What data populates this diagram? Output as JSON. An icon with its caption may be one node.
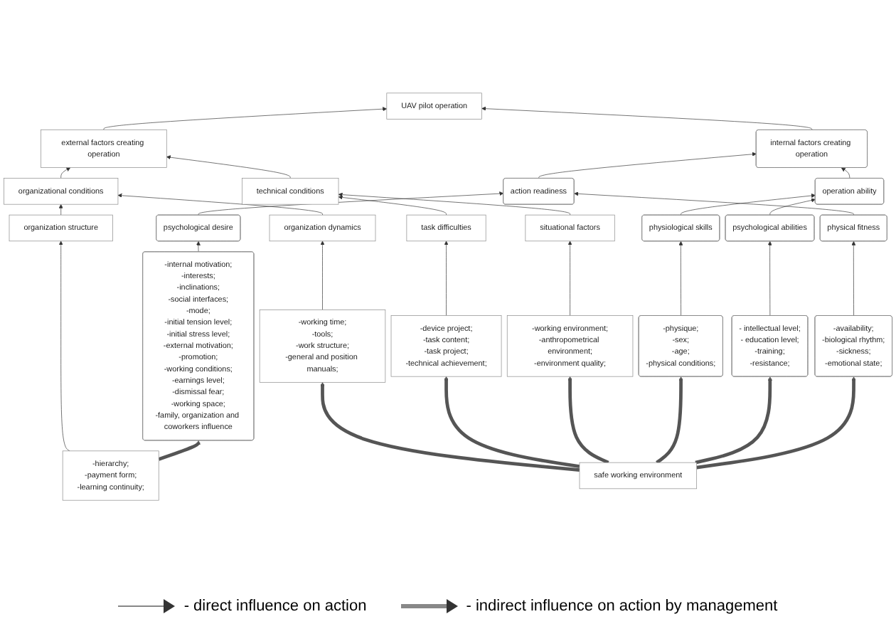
{
  "diagram": {
    "nodes": [
      {
        "text": [
          "UAV pilot operation"
        ]
      },
      {
        "text": [
          "external factors creating operation"
        ]
      },
      {
        "text": [
          "internal factors creating operation"
        ]
      },
      {
        "text": [
          "organizational conditions"
        ]
      },
      {
        "text": [
          "technical conditions"
        ]
      },
      {
        "text": [
          "operation ability"
        ]
      },
      {
        "text": [
          "action readiness"
        ]
      },
      {
        "text": [
          "organization structure"
        ]
      },
      {
        "text": [
          "organization dynamics"
        ]
      },
      {
        "text": [
          "task difficulties"
        ]
      },
      {
        "text": [
          "situational factors"
        ]
      },
      {
        "text": [
          "physiological skills"
        ]
      },
      {
        "text": [
          "psychological abilities"
        ]
      },
      {
        "text": [
          "physical fitness"
        ]
      },
      {
        "text": [
          "psychological desire"
        ]
      },
      {
        "text": [
          "-hierarchy;",
          "-payment form;",
          "-learning continuity;"
        ]
      },
      {
        "text": [
          "-working time;",
          "-tools;",
          "-work structure;",
          "-general and position manuals;"
        ]
      },
      {
        "text": [
          "-device project;",
          "-task content;",
          "-task project;",
          "-technical achievement;"
        ]
      },
      {
        "text": [
          "-working environment;",
          "-anthropometrical environment;",
          "-environment quality;"
        ]
      },
      {
        "text": [
          "-physique;",
          "-sex;",
          "-age;",
          "-physical conditions;"
        ]
      },
      {
        "text": [
          "- intellectual level;",
          "- education level;",
          "-training;",
          "-resistance;"
        ]
      },
      {
        "text": [
          "-availability;",
          "-biological rhythm;",
          "-sickness;",
          "-emotional state;"
        ]
      },
      {
        "text": [
          "-internal motivation;",
          "-interests;",
          "-inclinations;",
          "-social interfaces;",
          "-mode;",
          "-initial tension level;",
          "-initial stress level;",
          "-external motivation;",
          "-promotion;",
          "-working conditions;",
          "-earnings level;",
          "-dismissal fear;",
          "-working space;",
          "-family, organization and coworkers influence"
        ]
      },
      {
        "text": [
          "safe working environment"
        ]
      }
    ],
    "edges": [
      {
        "from": 1,
        "to": 0,
        "arrow": "to"
      },
      {
        "from": 2,
        "to": 0,
        "arrow": "to"
      },
      {
        "from": 3,
        "to": 1,
        "arrow": "to"
      },
      {
        "from": 4,
        "to": 1,
        "arrow": "to"
      },
      {
        "from": 5,
        "to": 2,
        "arrow": "to"
      },
      {
        "from": 6,
        "to": 2,
        "arrow": "to"
      },
      {
        "from": 7,
        "to": 3,
        "arrow": "to"
      },
      {
        "from": 8,
        "to": 3,
        "arrow": "to"
      },
      {
        "from": 9,
        "to": 4,
        "arrow": "to"
      },
      {
        "from": 10,
        "to": 4,
        "arrow": "to"
      },
      {
        "from": 11,
        "to": 5,
        "arrow": "to"
      },
      {
        "from": 12,
        "to": 5,
        "arrow": "to"
      },
      {
        "from": 13,
        "to": 6,
        "arrow": "to"
      },
      {
        "from": 14,
        "to": 6,
        "arrow": "to"
      },
      {
        "from": 15,
        "to": 7,
        "arrow": "to"
      },
      {
        "from": 16,
        "to": 8,
        "arrow": "to"
      },
      {
        "from": 17,
        "to": 9,
        "arrow": "to"
      },
      {
        "from": 18,
        "to": 10,
        "arrow": "to"
      },
      {
        "from": 19,
        "to": 11,
        "arrow": "to"
      },
      {
        "from": 20,
        "to": 12,
        "arrow": "to"
      },
      {
        "from": 21,
        "to": 13,
        "arrow": "to"
      },
      {
        "from": 22,
        "to": 14,
        "arrow": "to"
      },
      {
        "from": 23,
        "to": 16,
        "arrow": "to",
        "style": "thick"
      },
      {
        "from": 23,
        "to": 17,
        "arrow": "to",
        "style": "thick"
      },
      {
        "from": 23,
        "to": 18,
        "arrow": "to",
        "style": "thick"
      },
      {
        "from": 23,
        "to": 19,
        "arrow": "to",
        "style": "thick"
      },
      {
        "from": 23,
        "to": 20,
        "arrow": "to",
        "style": "thick"
      },
      {
        "from": 23,
        "to": 21,
        "arrow": "to",
        "style": "thick"
      },
      {
        "from": 15,
        "to": 22,
        "arrow": "to",
        "style": "thick"
      }
    ],
    "legend": [
      {
        "text": "- direct influence on action"
      },
      {
        "text": "- indirect influence on action by management"
      }
    ]
  }
}
